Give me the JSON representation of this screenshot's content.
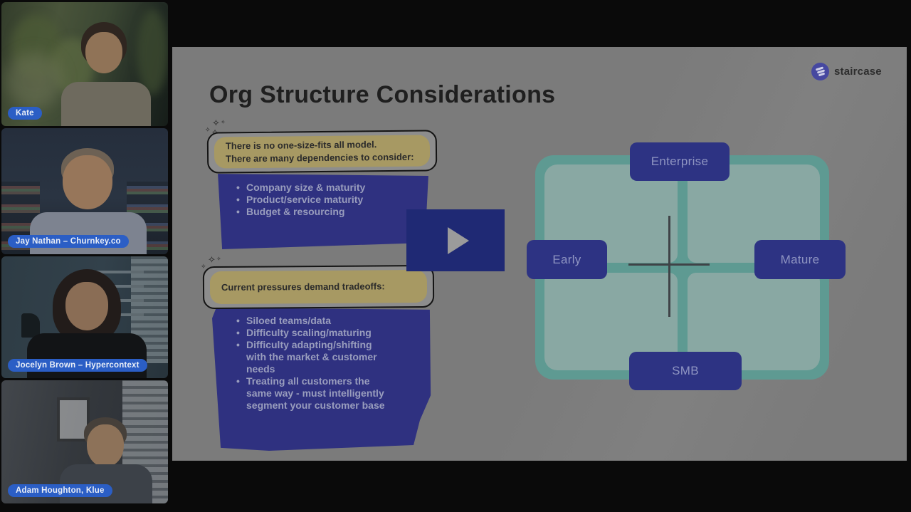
{
  "player": {
    "state": "paused"
  },
  "participants": [
    {
      "name": "Kate"
    },
    {
      "name": "Jay Nathan – Churnkey.co"
    },
    {
      "name": "Jocelyn Brown – Hypercontext"
    },
    {
      "name": "Adam Houghton, Klue"
    }
  ],
  "slide": {
    "title": "Org Structure Considerations",
    "logo_text": "staircase",
    "callout1": {
      "heading_lines": [
        "There is no one-size-fits all model.",
        "There are many dependencies to consider:"
      ],
      "bullets": [
        "Company size & maturity",
        "Product/service maturity",
        "Budget & resourcing"
      ]
    },
    "callout2": {
      "heading": "Current pressures demand tradeoffs:",
      "bullets": [
        [
          "Siloed teams/data"
        ],
        [
          "Difficulty scaling/maturing"
        ],
        [
          "Difficulty adapting/shifting",
          "with the market & customer",
          "needs"
        ],
        [
          "Treating all customers the",
          "same way - must intelligently",
          "segment your customer base"
        ]
      ]
    },
    "matrix": {
      "top_label": "Enterprise",
      "left_label": "Early",
      "right_label": "Mature",
      "bottom_label": "SMB"
    }
  },
  "icons": {
    "sparkle": "✧"
  },
  "colors": {
    "accent_purple": "#2d3383",
    "purple_shape": "#2f3180",
    "teal_border": "#5e9a92",
    "teal_cell": "#89a8a3",
    "tan_highlight": "#a79963",
    "name_pill_blue": "#2b5ec5",
    "play_button_blue": "#1f2974",
    "slide_background": "#7b7b7b"
  }
}
